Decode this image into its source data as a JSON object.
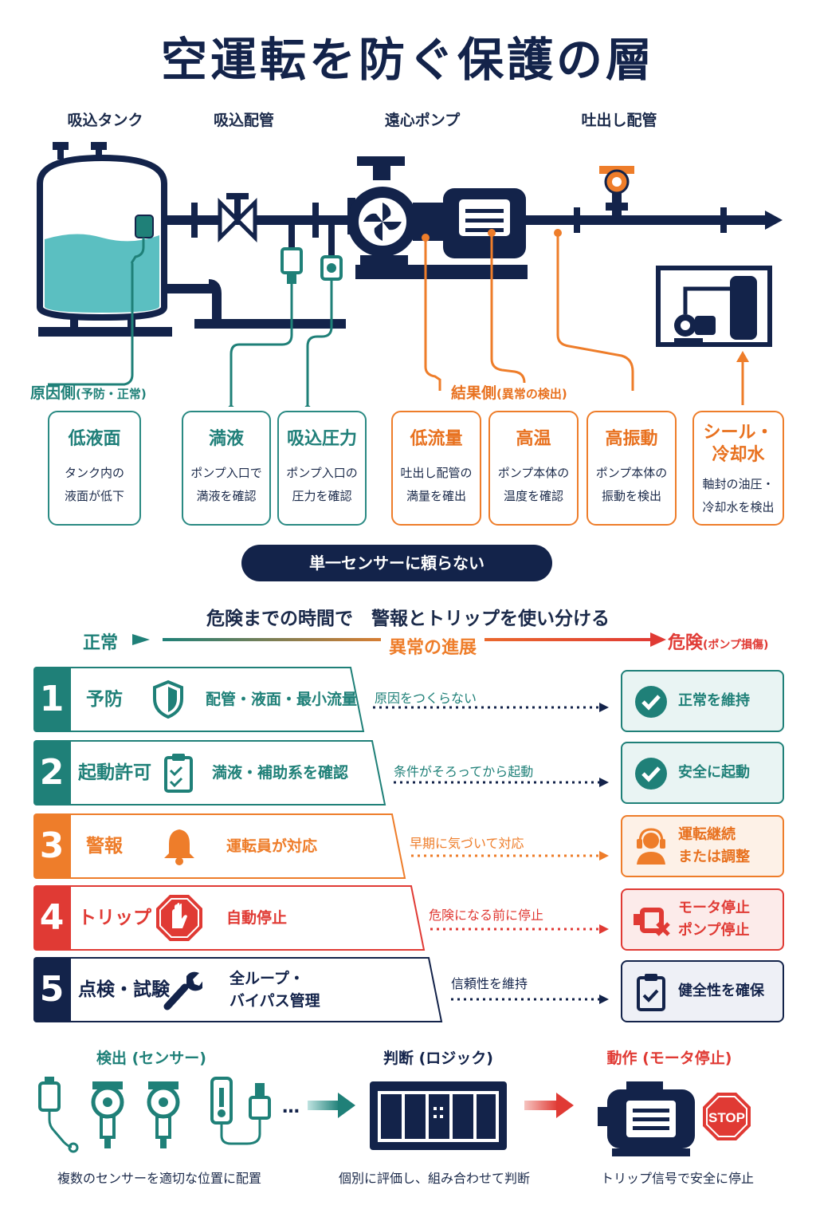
{
  "title": "空運転を防ぐ保護の層",
  "components": {
    "tank": "吸込タンク",
    "suction_pipe": "吸込配管",
    "pump": "遠心ポンプ",
    "discharge_pipe": "吐出し配管"
  },
  "cause_side": {
    "label": "原因側",
    "sub": "(予防・正常)"
  },
  "effect_side": {
    "label": "結果側",
    "sub": "(異常の検出)"
  },
  "cause_cards": [
    {
      "title": "低液面",
      "desc1": "タンク内の",
      "desc2": "液面が低下"
    },
    {
      "title": "満液",
      "desc1": "ポンプ入口で",
      "desc2": "満液を確認"
    },
    {
      "title": "吸込圧力",
      "desc1": "ポンプ入口の",
      "desc2": "圧力を確認"
    }
  ],
  "effect_cards": [
    {
      "title": "低流量",
      "desc1": "吐出し配管の",
      "desc2": "満量を確出"
    },
    {
      "title": "高温",
      "desc1": "ポンプ本体の",
      "desc2": "温度を確認"
    },
    {
      "title": "高振動",
      "desc1": "ポンプ本体の",
      "desc2": "振動を検出"
    },
    {
      "title1": "シール・",
      "title2": "冷却水",
      "desc1": "軸封の油圧・",
      "desc2": "冷却水を検出"
    }
  ],
  "pill": "単一センサーに頼らない",
  "subtitle": "危険までの時間で　警報とトリップを使い分ける",
  "progression": {
    "normal": "正常",
    "abnormal": "異常の進展",
    "danger": "危険",
    "danger_sub": "(ポンプ損傷)"
  },
  "layers": [
    {
      "num": "1",
      "name": "予防",
      "desc1": "配管・液面・最小流量",
      "desc2": "",
      "middle": "原因をつくらない",
      "result1": "正常を維持",
      "result2": "",
      "color": "#1f8078"
    },
    {
      "num": "2",
      "name": "起動許可",
      "desc1": "満液・補助系を確認",
      "desc2": "",
      "middle": "条件がそろってから起動",
      "result1": "安全に起動",
      "result2": "",
      "color": "#1f8078"
    },
    {
      "num": "3",
      "name": "警報",
      "desc1": "運転員が対応",
      "desc2": "",
      "middle": "早期に気づいて対応",
      "result1": "運転継続",
      "result2": "または調整",
      "color": "#ee7d2a"
    },
    {
      "num": "4",
      "name": "トリップ",
      "desc1": "自動停止",
      "desc2": "",
      "middle": "危険になる前に停止",
      "result1": "モータ停止",
      "result2": "ポンプ停止",
      "color": "#e03a34"
    },
    {
      "num": "5",
      "name": "点検・試験",
      "desc1": "全ループ・",
      "desc2": "バイパス管理",
      "middle": "信頼性を維持",
      "result1": "健全性を確保",
      "result2": "",
      "color": "#13234a"
    }
  ],
  "bottom": {
    "detect": {
      "label": "検出",
      "sub": "(センサー)",
      "caption": "複数のセンサーを適切な位置に配置"
    },
    "judge": {
      "label": "判断",
      "sub": "(ロジック)",
      "caption": "個別に評価し、組み合わせて判断"
    },
    "act": {
      "label": "動作",
      "sub": "(モータ停止)",
      "caption": "トリップ信号で安全に停止",
      "stop": "STOP"
    },
    "dots": "…"
  },
  "colors": {
    "navy": "#13234a",
    "teal": "#1f8078",
    "orange": "#ee7d2a",
    "red": "#e03a34"
  }
}
